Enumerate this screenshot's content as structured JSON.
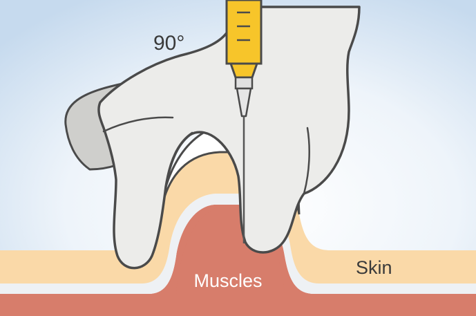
{
  "labels": {
    "angle": "90°",
    "skin": "Skin",
    "muscles": "Muscles"
  },
  "colors": {
    "background_center": "#ffffff",
    "background_edge": "#c9dcef",
    "skin": "#fad9a8",
    "fascia": "#eef1f4",
    "muscle": "#d77d6b",
    "glove": "#ececea",
    "glove_shade": "#cfcfcc",
    "outline": "#4a4a4a",
    "syringe_barrel": "#f7c52a",
    "needle": "#555555"
  },
  "icons": {
    "syringe": "syringe-icon",
    "gloved_hand": "gloved-hand-icon"
  }
}
